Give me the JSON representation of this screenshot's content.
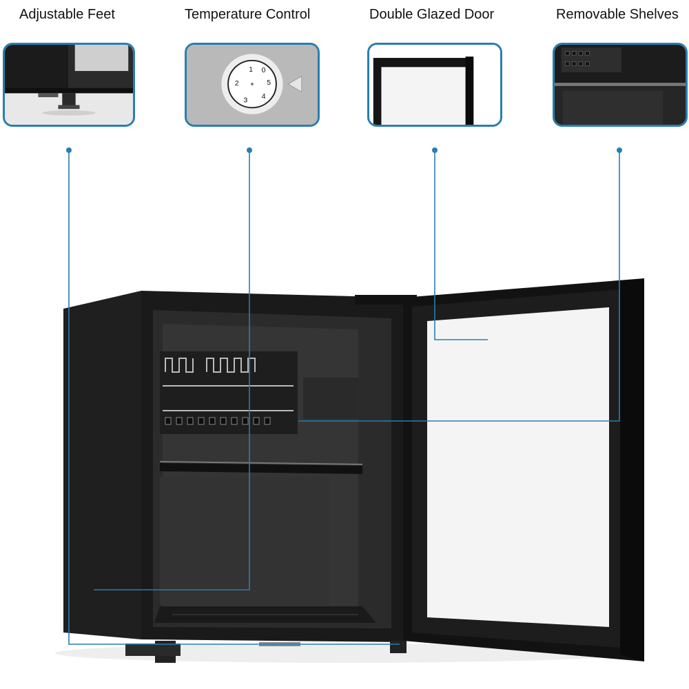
{
  "features": [
    {
      "label": "Adjustable Feet",
      "icon": "adjustable-feet-icon"
    },
    {
      "label": "Temperature Control",
      "icon": "temperature-dial-icon"
    },
    {
      "label": "Double Glazed Door",
      "icon": "glass-door-icon"
    },
    {
      "label": "Removable Shelves",
      "icon": "shelf-icon"
    }
  ],
  "dial": {
    "numbers": [
      "0",
      "1",
      "2",
      "3",
      "4",
      "5"
    ]
  },
  "colors": {
    "accent": "#2a7db0",
    "fridge_body": "#1a1a1a",
    "glass": "#f4f4f4"
  }
}
